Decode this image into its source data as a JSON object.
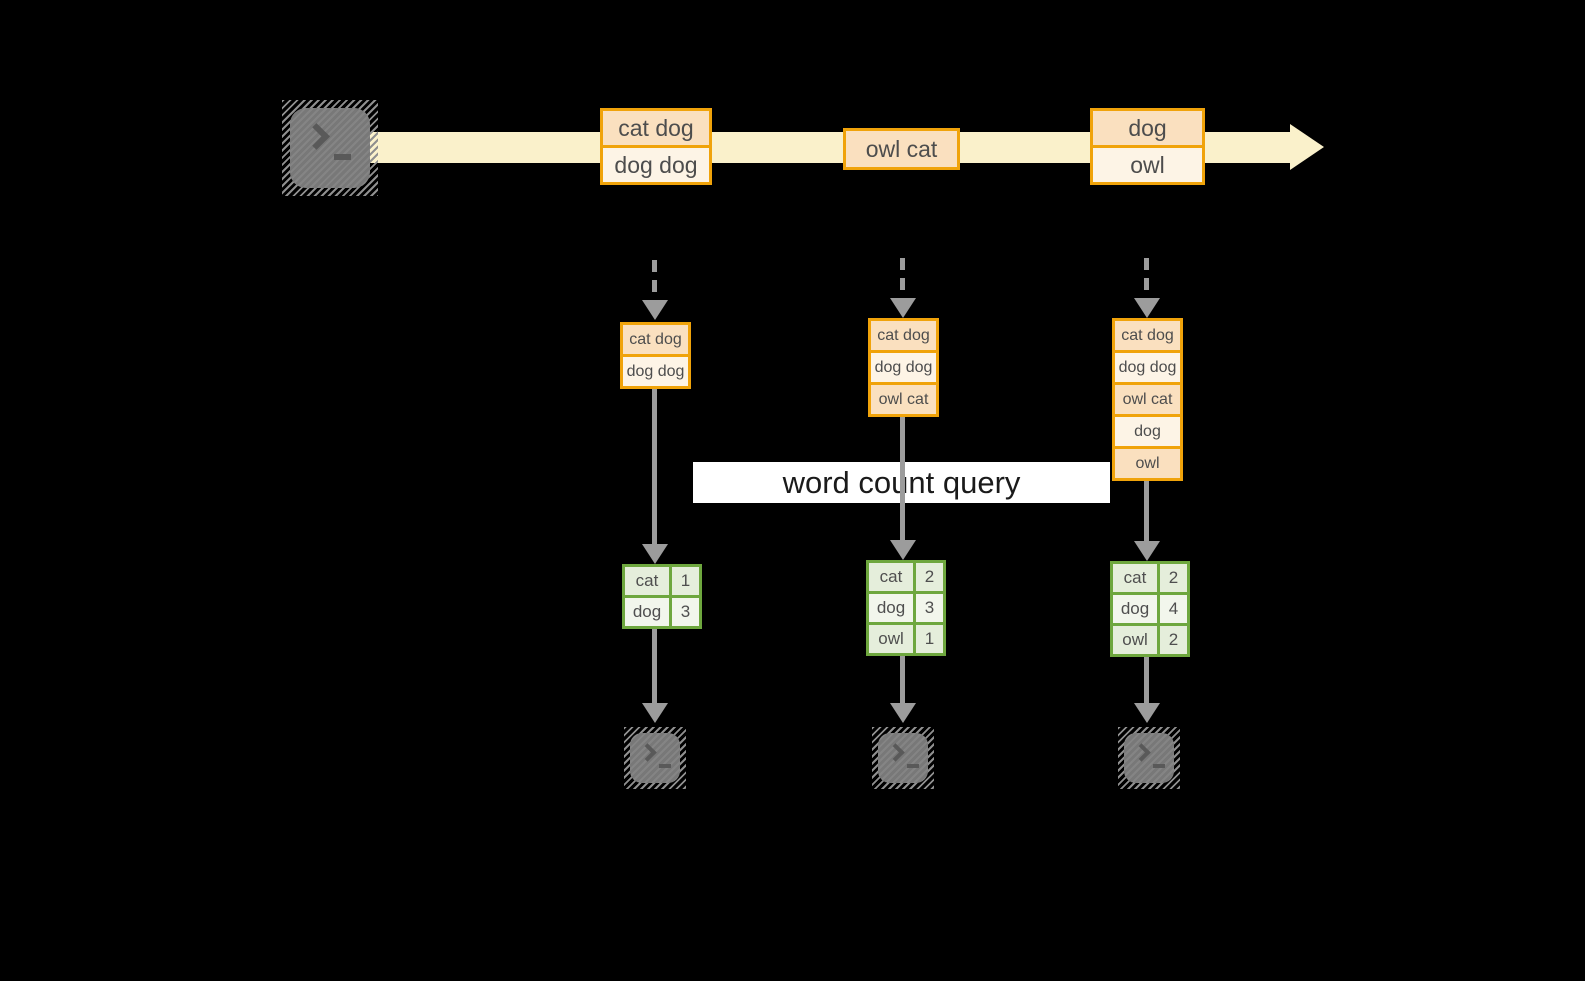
{
  "banner": {
    "label": "word count query"
  },
  "stream": {
    "source_icon": "terminal-icon",
    "batches": [
      {
        "lines": [
          "cat dog",
          "dog dog"
        ]
      },
      {
        "lines": [
          "owl cat"
        ]
      },
      {
        "lines": [
          "dog",
          "owl"
        ]
      }
    ]
  },
  "columns": [
    {
      "buffer": [
        "cat dog",
        "dog dog"
      ],
      "table": [
        {
          "word": "cat",
          "count": "1"
        },
        {
          "word": "dog",
          "count": "3"
        }
      ]
    },
    {
      "buffer": [
        "cat dog",
        "dog dog",
        "owl cat"
      ],
      "table": [
        {
          "word": "cat",
          "count": "2"
        },
        {
          "word": "dog",
          "count": "3"
        },
        {
          "word": "owl",
          "count": "1"
        }
      ]
    },
    {
      "buffer": [
        "cat dog",
        "dog dog",
        "owl cat",
        "dog",
        "owl"
      ],
      "table": [
        {
          "word": "cat",
          "count": "2"
        },
        {
          "word": "dog",
          "count": "4"
        },
        {
          "word": "owl",
          "count": "2"
        }
      ]
    }
  ],
  "colors": {
    "accent_orange": "#F0A30A",
    "peach_fill": "#FAE0BF",
    "cream_fill": "#FDF4E6",
    "stream_band": "#FAF1CB",
    "green_border": "#6EA73E",
    "green_fill": "#E5EEDB",
    "green_fill_alt": "#F2F6EC",
    "arrow_gray": "#9C9C9C",
    "background": "#000000"
  }
}
